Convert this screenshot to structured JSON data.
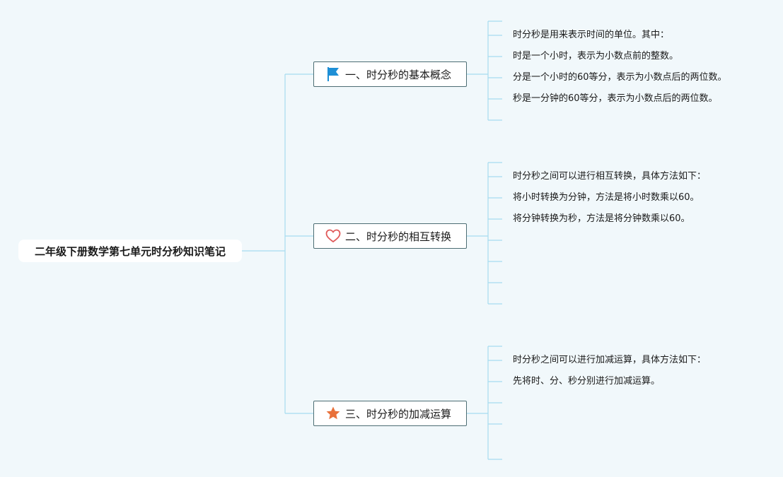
{
  "colors": {
    "background": "#f1f8fb",
    "connector": "#a6dcef",
    "branch_border": "#4c6d73",
    "flag": "#1e8fd6",
    "heart": "#e05a5a",
    "star": "#e8703a"
  },
  "root": {
    "title": "二年级下册数学第七单元时分秒知识笔记"
  },
  "branches": [
    {
      "label": "一、时分秒的基本概念",
      "icon": "flag-icon",
      "leaves": [
        "时分秒是用来表示时间的单位。其中：",
        "时是一个小时，表示为小数点前的整数。",
        "分是一个小时的60等分，表示为小数点后的两位数。",
        "秒是一分钟的60等分，表示为小数点后的两位数。"
      ]
    },
    {
      "label": "二、时分秒的相互转换",
      "icon": "heart-icon",
      "leaves": [
        "时分秒之间可以进行相互转换，具体方法如下：",
        "将小时转换为分钟，方法是将小时数乘以60。",
        "将分钟转换为秒，方法是将分钟数乘以60。"
      ]
    },
    {
      "label": "三、时分秒的加减运算",
      "icon": "star-icon",
      "leaves": [
        "时分秒之间可以进行加减运算，具体方法如下：",
        "先将时、分、秒分别进行加减运算。"
      ]
    }
  ]
}
